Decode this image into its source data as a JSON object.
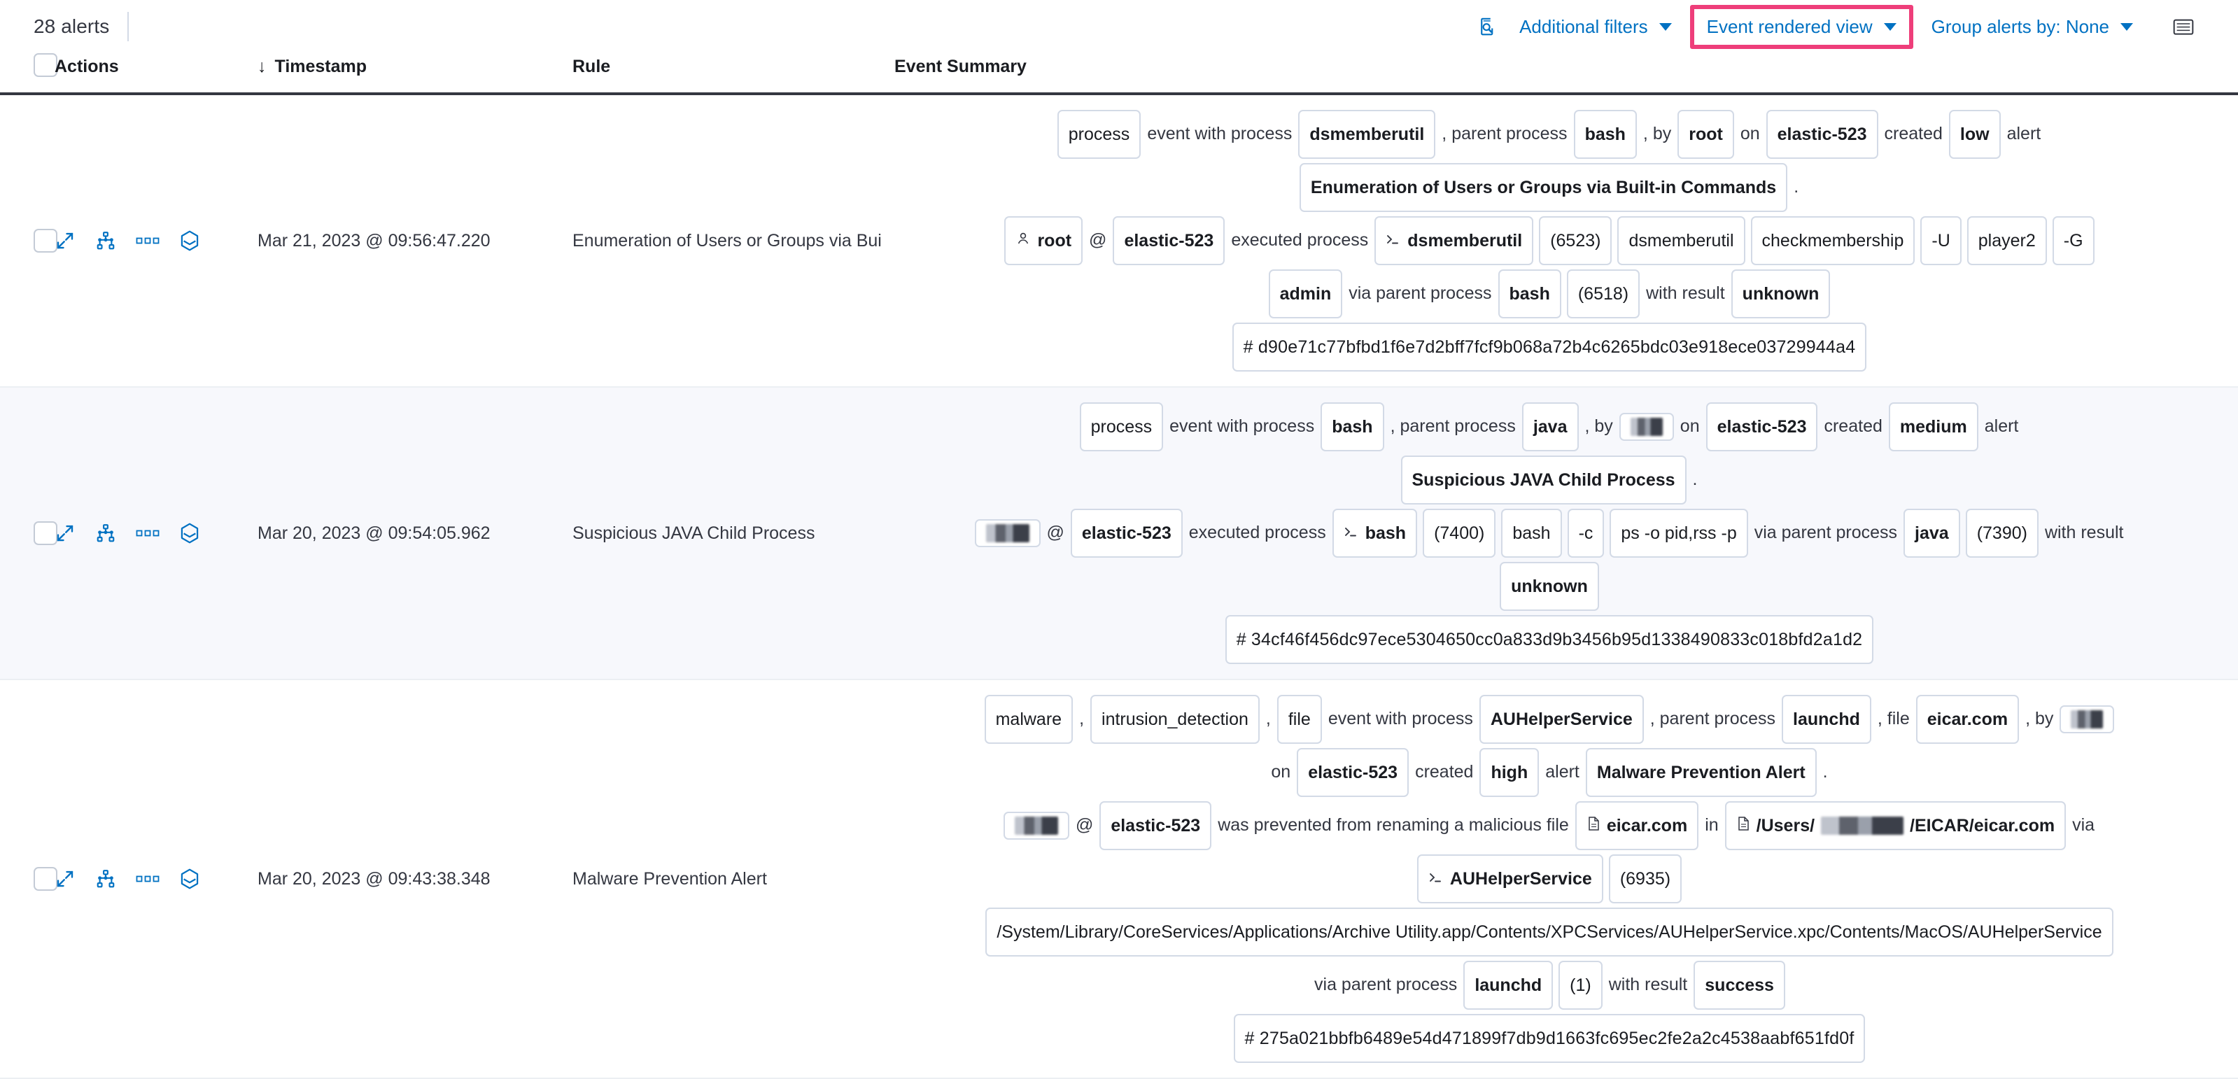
{
  "toolbar": {
    "alert_count": "28 alerts",
    "additional_filters": "Additional filters",
    "event_rendered_view": "Event rendered view",
    "group_alerts_by": "Group alerts by: None",
    "inspect_icon": "inspect-icon",
    "fields_icon": "field-browser-icon",
    "highlight_color": "#ee3e7a",
    "link_color": "#0071c2"
  },
  "table": {
    "columns": {
      "select_all": "",
      "actions": "Actions",
      "timestamp": "Timestamp",
      "rule": "Rule",
      "event_summary": "Event Summary"
    },
    "sort_indicator": "↓",
    "action_icons": [
      "expand-icon",
      "session-view-icon",
      "more-actions-icon",
      "analyzer-icon"
    ]
  },
  "rows": [
    {
      "timestamp": "Mar 21, 2023 @ 09:56:47.220",
      "rule": "Enumeration of Users or Groups via Bui",
      "summary_line1": [
        {
          "t": "chip",
          "v": "process"
        },
        {
          "t": "text",
          "v": "event with process"
        },
        {
          "t": "chip",
          "v": "dsmemberutil",
          "bold": true
        },
        {
          "t": "text",
          "v": ", parent process"
        },
        {
          "t": "chip",
          "v": "bash",
          "bold": true
        },
        {
          "t": "text",
          "v": ", by"
        },
        {
          "t": "chip",
          "v": "root",
          "bold": true
        },
        {
          "t": "text",
          "v": "on"
        },
        {
          "t": "chip",
          "v": "elastic-523",
          "bold": true
        },
        {
          "t": "text",
          "v": "created"
        },
        {
          "t": "chip",
          "v": "low",
          "bold": true
        },
        {
          "t": "text",
          "v": "alert"
        }
      ],
      "summary_line2": [
        {
          "t": "chip",
          "v": "Enumeration of Users or Groups via Built-in Commands",
          "bold": true
        },
        {
          "t": "text",
          "v": "."
        }
      ],
      "summary_line3": [
        {
          "t": "chip",
          "v": "root",
          "icon": "user-icon",
          "bold": true
        },
        {
          "t": "text",
          "v": "@"
        },
        {
          "t": "chip",
          "v": "elastic-523",
          "bold": true
        },
        {
          "t": "text",
          "v": "executed process"
        },
        {
          "t": "chip",
          "v": "dsmemberutil",
          "icon": "console-icon",
          "bold": true
        },
        {
          "t": "chip",
          "v": "(6523)"
        },
        {
          "t": "chip",
          "v": "dsmemberutil"
        },
        {
          "t": "chip",
          "v": "checkmembership"
        },
        {
          "t": "chip",
          "v": "-U"
        },
        {
          "t": "chip",
          "v": "player2"
        },
        {
          "t": "chip",
          "v": "-G"
        }
      ],
      "summary_line4": [
        {
          "t": "chip",
          "v": "admin",
          "bold": true
        },
        {
          "t": "text",
          "v": "via parent process"
        },
        {
          "t": "chip",
          "v": "bash",
          "bold": true
        },
        {
          "t": "chip",
          "v": "(6518)"
        },
        {
          "t": "text",
          "v": "with result"
        },
        {
          "t": "chip",
          "v": "unknown",
          "bold": true
        }
      ],
      "summary_hash": "# d90e71c77bfbd1f6e7d2bff7fcf9b068a72b4c6265bdc03e918ece03729944a4"
    },
    {
      "timestamp": "Mar 20, 2023 @ 09:54:05.962",
      "rule": "Suspicious JAVA Child Process",
      "summary_line1": [
        {
          "t": "chip",
          "v": "process"
        },
        {
          "t": "text",
          "v": "event with process"
        },
        {
          "t": "chip",
          "v": "bash",
          "bold": true
        },
        {
          "t": "text",
          "v": ", parent process"
        },
        {
          "t": "chip",
          "v": "java",
          "bold": true
        },
        {
          "t": "text",
          "v": ", by"
        },
        {
          "t": "chip",
          "v": "",
          "redact": "w1"
        },
        {
          "t": "text",
          "v": "on"
        },
        {
          "t": "chip",
          "v": "elastic-523",
          "bold": true
        },
        {
          "t": "text",
          "v": "created"
        },
        {
          "t": "chip",
          "v": "medium",
          "bold": true
        },
        {
          "t": "text",
          "v": "alert"
        }
      ],
      "summary_line2": [
        {
          "t": "chip",
          "v": "Suspicious JAVA Child Process",
          "bold": true
        },
        {
          "t": "text",
          "v": "."
        }
      ],
      "summary_line3": [
        {
          "t": "chip",
          "v": "",
          "redact": "w2"
        },
        {
          "t": "text",
          "v": "@"
        },
        {
          "t": "chip",
          "v": "elastic-523",
          "bold": true
        },
        {
          "t": "text",
          "v": "executed process"
        },
        {
          "t": "chip",
          "v": "bash",
          "icon": "console-icon",
          "bold": true
        },
        {
          "t": "chip",
          "v": "(7400)"
        },
        {
          "t": "chip",
          "v": "bash"
        },
        {
          "t": "chip",
          "v": "-c"
        },
        {
          "t": "chip",
          "v": "ps -o pid,rss -p"
        },
        {
          "t": "text",
          "v": "via parent process"
        },
        {
          "t": "chip",
          "v": "java",
          "bold": true
        },
        {
          "t": "chip",
          "v": "(7390)"
        },
        {
          "t": "text",
          "v": "with result"
        }
      ],
      "summary_line4": [
        {
          "t": "chip",
          "v": "unknown",
          "bold": true
        }
      ],
      "summary_hash": "# 34cf46f456dc97ece5304650cc0a833d9b3456b95d1338490833c018bfd2a1d2"
    },
    {
      "timestamp": "Mar 20, 2023 @ 09:43:38.348",
      "rule": "Malware Prevention Alert",
      "summary_line1": [
        {
          "t": "chip",
          "v": "malware"
        },
        {
          "t": "text",
          "v": ","
        },
        {
          "t": "chip",
          "v": "intrusion_detection"
        },
        {
          "t": "text",
          "v": ","
        },
        {
          "t": "chip",
          "v": "file"
        },
        {
          "t": "text",
          "v": "event with process"
        },
        {
          "t": "chip",
          "v": "AUHelperService",
          "bold": true
        },
        {
          "t": "text",
          "v": ", parent process"
        },
        {
          "t": "chip",
          "v": "launchd",
          "bold": true
        },
        {
          "t": "text",
          "v": ", file"
        },
        {
          "t": "chip",
          "v": "eicar.com",
          "bold": true
        },
        {
          "t": "text",
          "v": ", by"
        },
        {
          "t": "chip",
          "v": "",
          "redact": "w1"
        }
      ],
      "summary_line2": [
        {
          "t": "text",
          "v": "on"
        },
        {
          "t": "chip",
          "v": "elastic-523",
          "bold": true
        },
        {
          "t": "text",
          "v": "created"
        },
        {
          "t": "chip",
          "v": "high",
          "bold": true
        },
        {
          "t": "text",
          "v": "alert"
        },
        {
          "t": "chip",
          "v": "Malware Prevention Alert",
          "bold": true
        },
        {
          "t": "text",
          "v": "."
        }
      ],
      "summary_line3": [
        {
          "t": "chip",
          "v": "",
          "redact": "w2"
        },
        {
          "t": "text",
          "v": "@"
        },
        {
          "t": "chip",
          "v": "elastic-523",
          "bold": true
        },
        {
          "t": "text",
          "v": "was prevented from renaming a malicious file"
        },
        {
          "t": "chip",
          "v": "eicar.com",
          "icon": "file-icon",
          "bold": true
        },
        {
          "t": "text",
          "v": "in"
        },
        {
          "t": "chip",
          "v": "/Users/",
          "icon": "file-icon",
          "bold": true,
          "redactMid": "w3",
          "suffix": "/EICAR/eicar.com"
        },
        {
          "t": "text",
          "v": "via"
        }
      ],
      "summary_line4": [
        {
          "t": "chip",
          "v": "AUHelperService",
          "icon": "console-icon",
          "bold": true
        },
        {
          "t": "chip",
          "v": "(6935)"
        }
      ],
      "summary_line5": [
        {
          "t": "chip",
          "v": "/System/Library/CoreServices/Applications/Archive Utility.app/Contents/XPCServices/AUHelperService.xpc/Contents/MacOS/AUHelperService"
        }
      ],
      "summary_line6": [
        {
          "t": "text",
          "v": "via parent process"
        },
        {
          "t": "chip",
          "v": "launchd",
          "bold": true
        },
        {
          "t": "chip",
          "v": "(1)"
        },
        {
          "t": "text",
          "v": "with result"
        },
        {
          "t": "chip",
          "v": "success",
          "bold": true
        }
      ],
      "summary_hash": "# 275a021bbfb6489e54d471899f7db9d1663fc695ec2fe2a2c4538aabf651fd0f"
    }
  ]
}
